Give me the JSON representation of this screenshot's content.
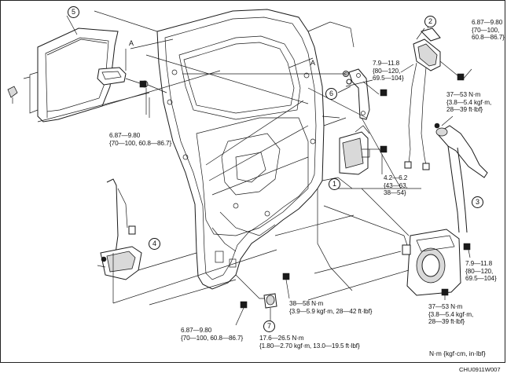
{
  "diagram": {
    "callouts": [
      "5",
      "2",
      "6",
      "1",
      "3",
      "4",
      "7"
    ],
    "view_marks": [
      "A",
      "A"
    ],
    "torque_specs": {
      "glass_bolt": [
        "6.87—9.80",
        "{70—100, 60.8—86.7}"
      ],
      "upper_right_bolt": [
        "6.87—9.80",
        "{70—100,",
        "60.8—86.7}"
      ],
      "hinge_bolt_top": [
        "7.9—11.8",
        "{80—120,",
        "69.5—104}"
      ],
      "seatbelt_upper": [
        "37—53 N·m",
        "{3.8—5.4 kgf·m,",
        "28—39 ft·lbf}"
      ],
      "lock_bolt": [
        "4.2—6.2",
        "{43—63,",
        "38—54}"
      ],
      "retractor_bolt": [
        "7.9—11.8",
        "{80—120,",
        "69.5—104}"
      ],
      "door_bolt_38_58": [
        "38—58 N·m",
        "{3.9—5.9 kgf·m, 28—42 ft·lbf}"
      ],
      "seatbelt_lower": [
        "37—53 N·m",
        "{3.8—5.4 kgf·m,",
        "28—39 ft·lbf}"
      ],
      "lower_left_bolt": [
        "6.87—9.80",
        "{70—100, 60.8—86.7}"
      ],
      "bolt_7": [
        "17.6—26.5 N·m",
        "{1.80—2.70 kgf·m, 13.0—19.5 ft·lbf}"
      ]
    },
    "units_note": "N·m {kgf·cm, in·lbf}",
    "figure_code": "CHU0911W007"
  }
}
